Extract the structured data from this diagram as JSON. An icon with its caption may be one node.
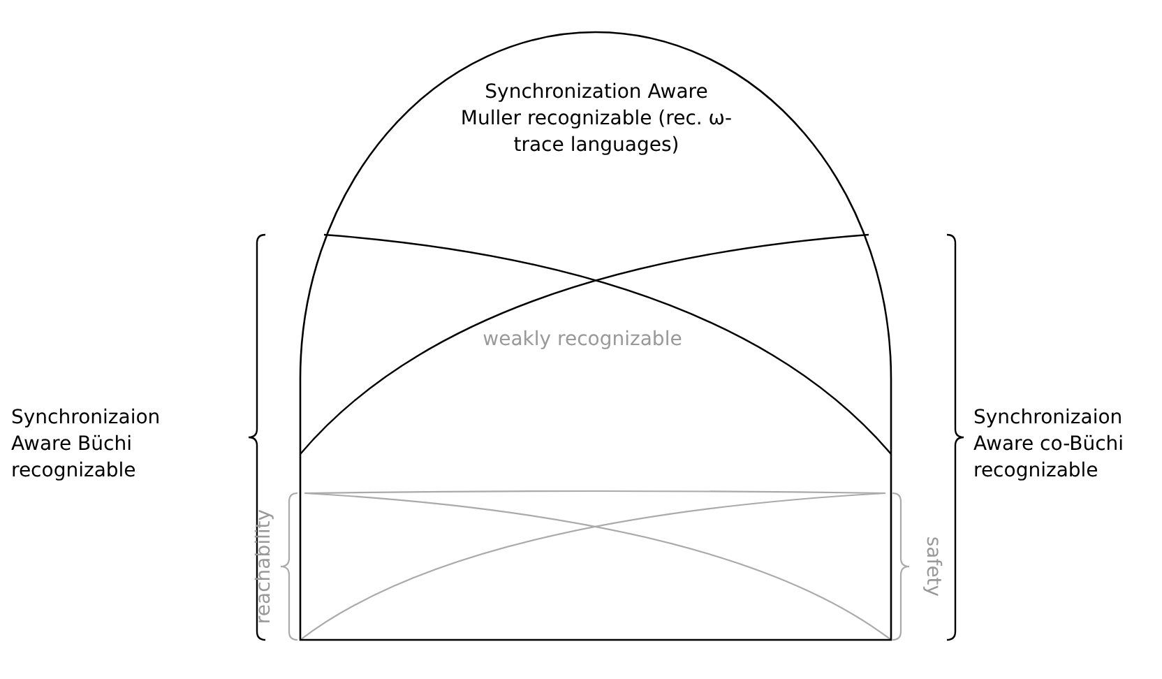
{
  "diagram": {
    "nodes": [
      {
        "text": [
          "Synchronization Aware Muller recognizable (rec. ω-trace languages)"
        ]
      }
    ],
    "labels": [
      "weakly recognizable",
      "Synchronizaion Aware Büchi recognizable",
      "Synchronizaion Aware co-Büchi recognizable",
      "reachability",
      "safety"
    ]
  }
}
